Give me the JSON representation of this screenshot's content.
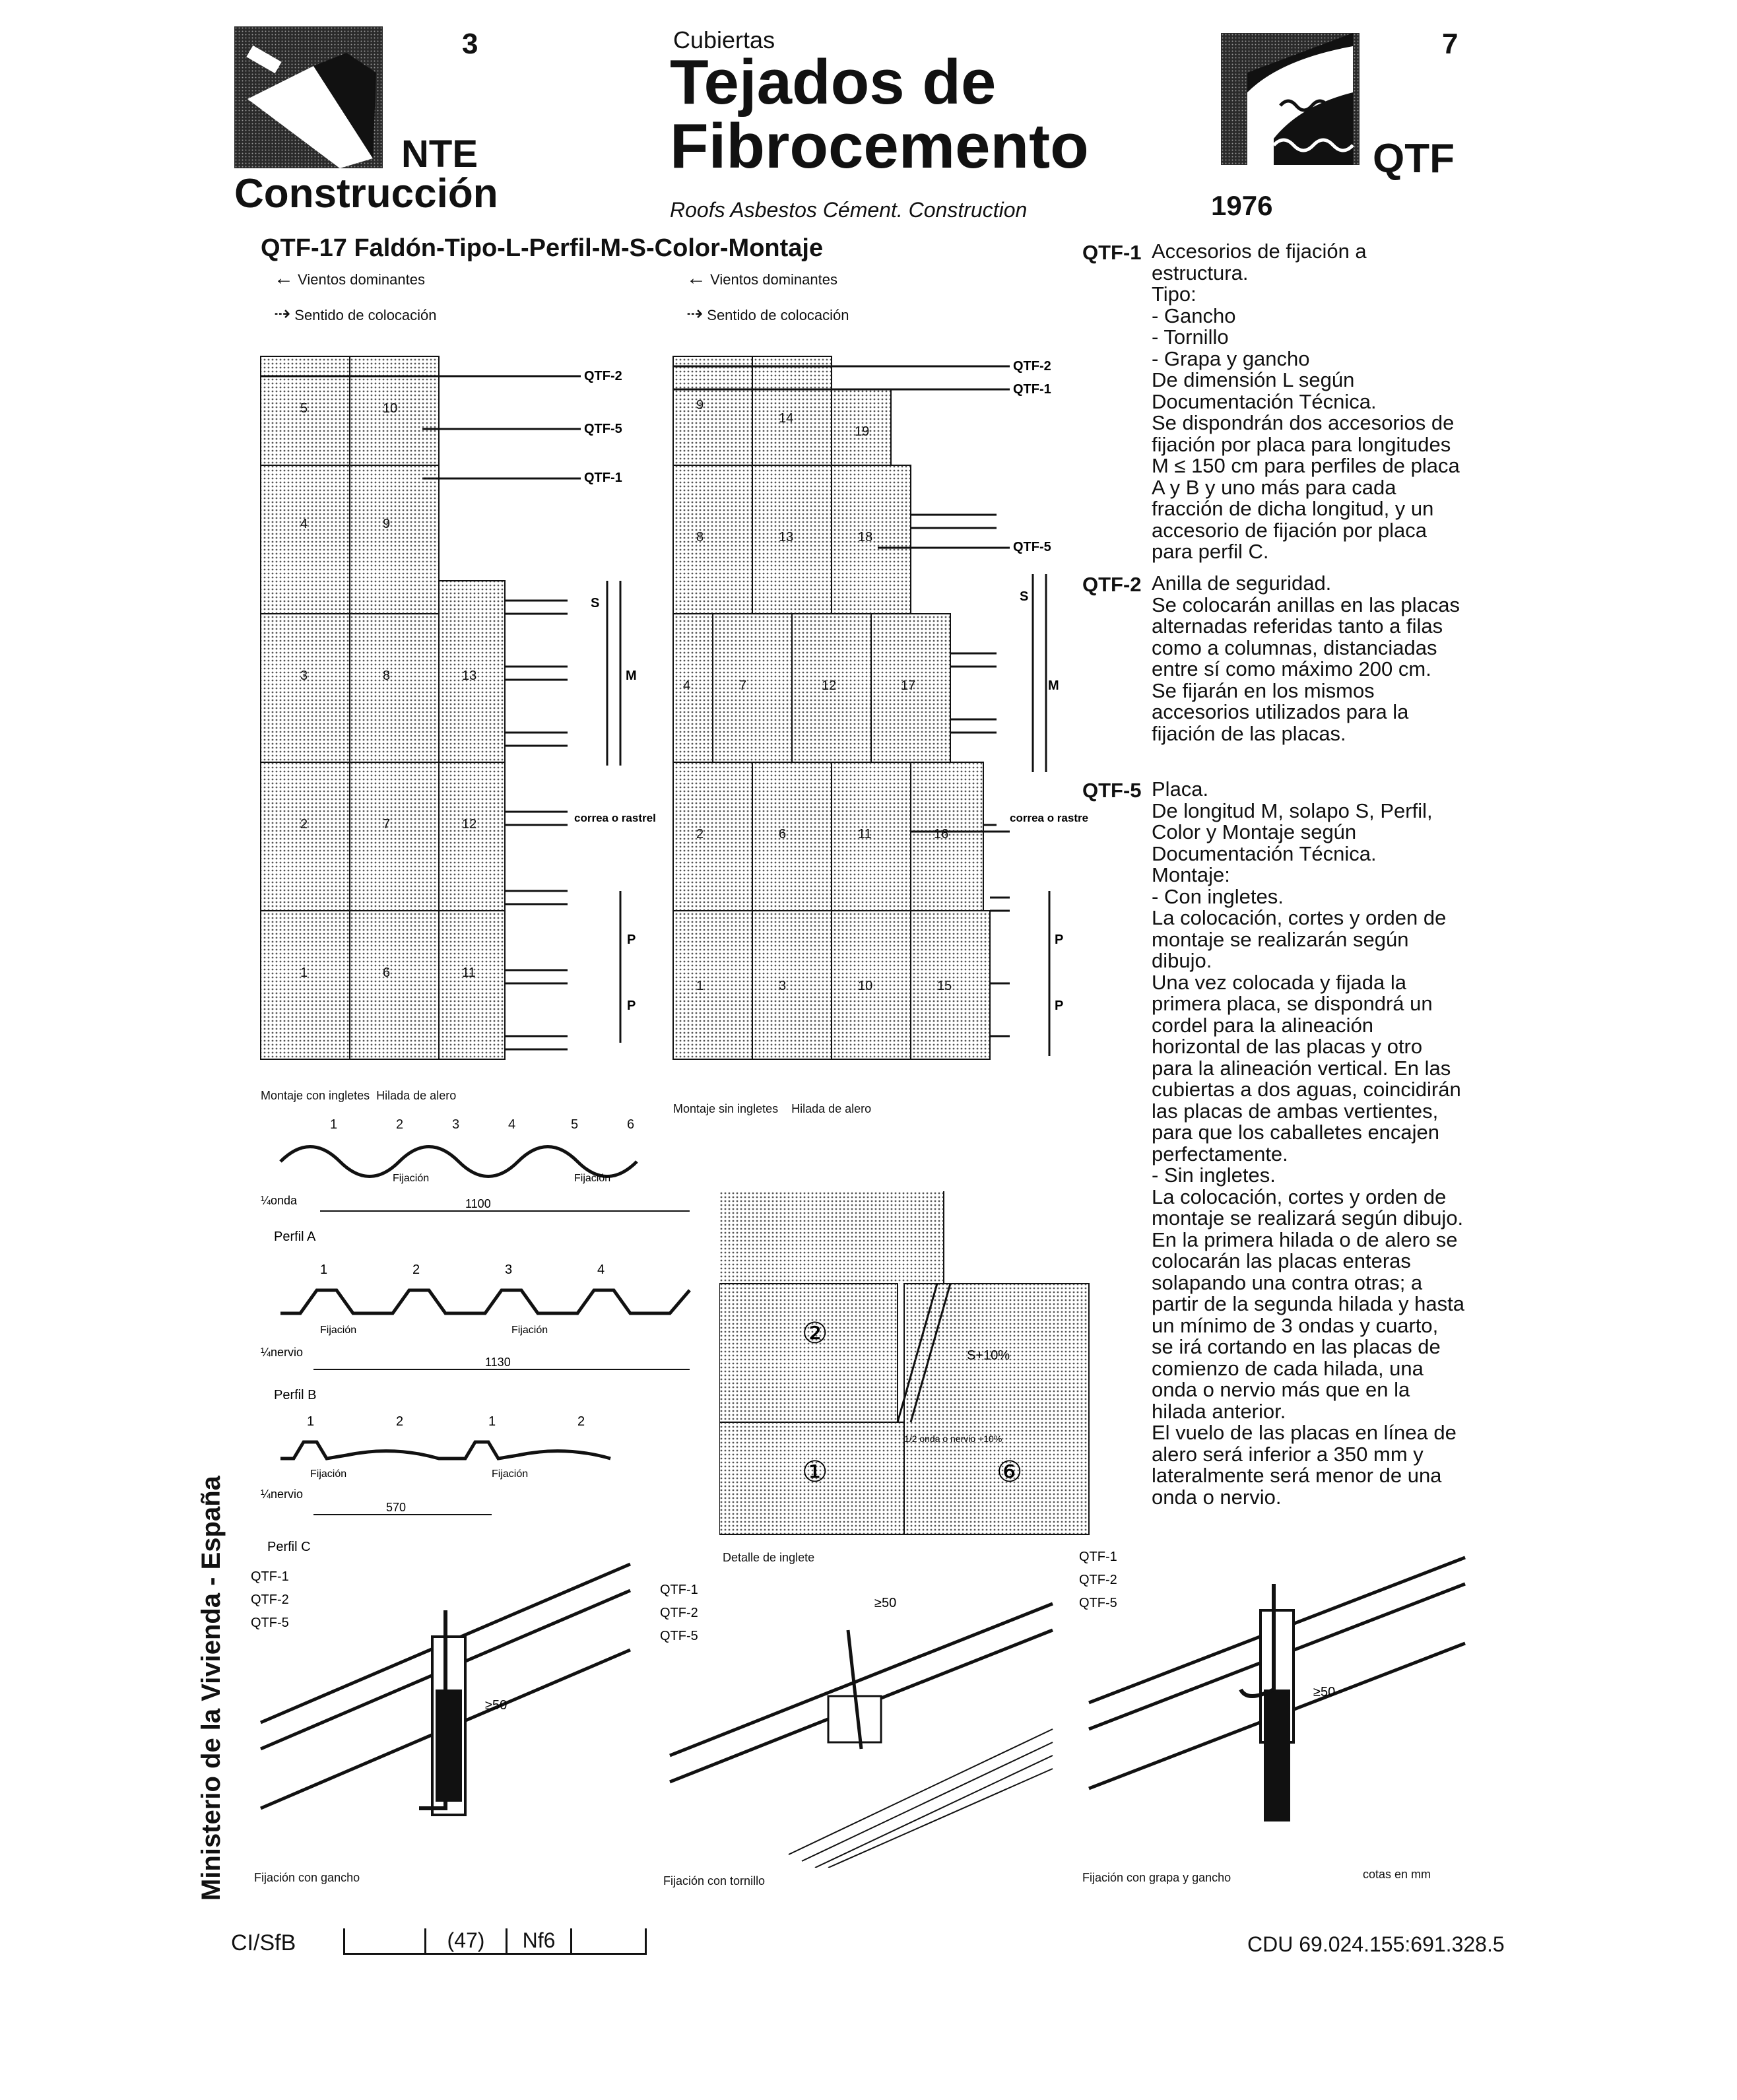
{
  "header": {
    "logo_left_number": "3",
    "logo_left_label": "NTE",
    "series": "Construcción",
    "section": "Cubiertas",
    "title_line1": "Tejados de",
    "title_line2": "Fibrocemento",
    "subtitle": "Roofs Asbestos Cément. Construction",
    "logo_right_number": "7",
    "logo_right_code": "QTF",
    "year": "1976"
  },
  "figure": {
    "title": "QTF-17 Faldón-Tipo-L-Perfil-M-S-Color-Montaje",
    "legend_wind": "Vientos dominantes",
    "legend_direction": "Sentido de colocación",
    "left_caption": "Montaje con ingletes",
    "left_caption2": "Hilada de alero",
    "right_caption": "Montaje sin ingletes",
    "right_caption2": "Hilada de alero",
    "callout_qtf2": "QTF-2",
    "callout_qtf5": "QTF-5",
    "callout_qtf1": "QTF-1",
    "dim_s": "S",
    "dim_m": "M",
    "dim_p": "P",
    "correa": "correa o rastrel",
    "left_plates": [
      "5",
      "10",
      "4",
      "9",
      "3",
      "8",
      "13",
      "2",
      "7",
      "12",
      "1",
      "6",
      "11"
    ],
    "right_plates": [
      "9",
      "14",
      "19",
      "8",
      "13",
      "18",
      "4",
      "7",
      "12",
      "17",
      "2",
      "6",
      "11",
      "16",
      "1",
      "3",
      "10",
      "15"
    ]
  },
  "profiles": {
    "fijacion": "Fijación",
    "a_numbers": [
      "1",
      "2",
      "3",
      "4",
      "5",
      "6"
    ],
    "a_quarter": "¼onda",
    "a_width": "1100",
    "a_label": "Perfil A",
    "b_numbers": [
      "1",
      "2",
      "3",
      "4"
    ],
    "b_quarter": "¼nervio",
    "b_width": "1130",
    "b_label": "Perfil B",
    "c_numbers": [
      "1",
      "2",
      "1",
      "2"
    ],
    "c_quarter": "¼nervio",
    "c_width": "570",
    "c_label": "Perfil C"
  },
  "inglete": {
    "caption": "Detalle de inglete",
    "n2": "②",
    "n1": "①",
    "n6": "⑥",
    "dim_s": "S+10%",
    "dim_half": "1/2 onda o nervio +10%"
  },
  "spec": [
    {
      "code": "QTF-1",
      "text": "Accesorios de fijación a estructura.\nTipo:\n- Gancho\n- Tornillo\n- Grapa y gancho\nDe dimensión L según Documentación Técnica.\nSe dispondrán dos accesorios de fijación por placa para longitudes M ≤ 150 cm para perfiles de placa A y B y uno más para cada fracción de dicha longitud, y un accesorio de fijación por placa para perfil C."
    },
    {
      "code": "QTF-2",
      "text": "Anilla de seguridad.\nSe colocarán anillas en las placas alternadas referidas tanto a filas como a columnas, distanciadas entre sí como máximo 200 cm.\nSe fijarán en los mismos accesorios utilizados para la fijación de las placas."
    },
    {
      "code": "QTF-5",
      "text": "Placa.\nDe longitud M, solapo S, Perfil, Color y Montaje según Documentación Técnica.\nMontaje:\n- Con ingletes.\nLa colocación, cortes y orden de montaje se realizarán según dibujo.\nUna vez colocada y fijada la primera placa, se dispondrá un cordel para la alineación horizontal de las placas y otro para la alineación vertical. En las cubiertas a dos aguas, coincidirán las placas de ambas vertientes, para que los caballetes encajen perfectamente.\n- Sin ingletes.\nLa colocación, cortes y orden de montaje se realizará según dibujo.\nEn la primera hilada o de alero se colocarán las placas enteras solapando una contra otras; a partir de la segunda hilada y hasta un mínimo de 3 ondas y cuarto, se irá cortando en las placas de comienzo de cada hilada, una onda o nervio más que en la hilada anterior.\nEl vuelo de las placas en línea de alero será inferior a 350 mm y lateralmente será menor de una onda o nervio."
    }
  ],
  "details": {
    "callouts": [
      "QTF-1",
      "QTF-2",
      "QTF-5"
    ],
    "dim": "≥50",
    "cap_hook": "Fijación con gancho",
    "cap_screw": "Fijación con tornillo",
    "cap_clip": "Fijación con grapa y gancho",
    "units": "cotas en mm"
  },
  "sidebar": {
    "ministry": "Ministerio de la Vivienda - España"
  },
  "footer": {
    "cisfb": "CI/SfB",
    "box1": "",
    "box2": "(47)",
    "box3": "Nf6",
    "cdu": "CDU 69.024.155:691.328.5"
  }
}
